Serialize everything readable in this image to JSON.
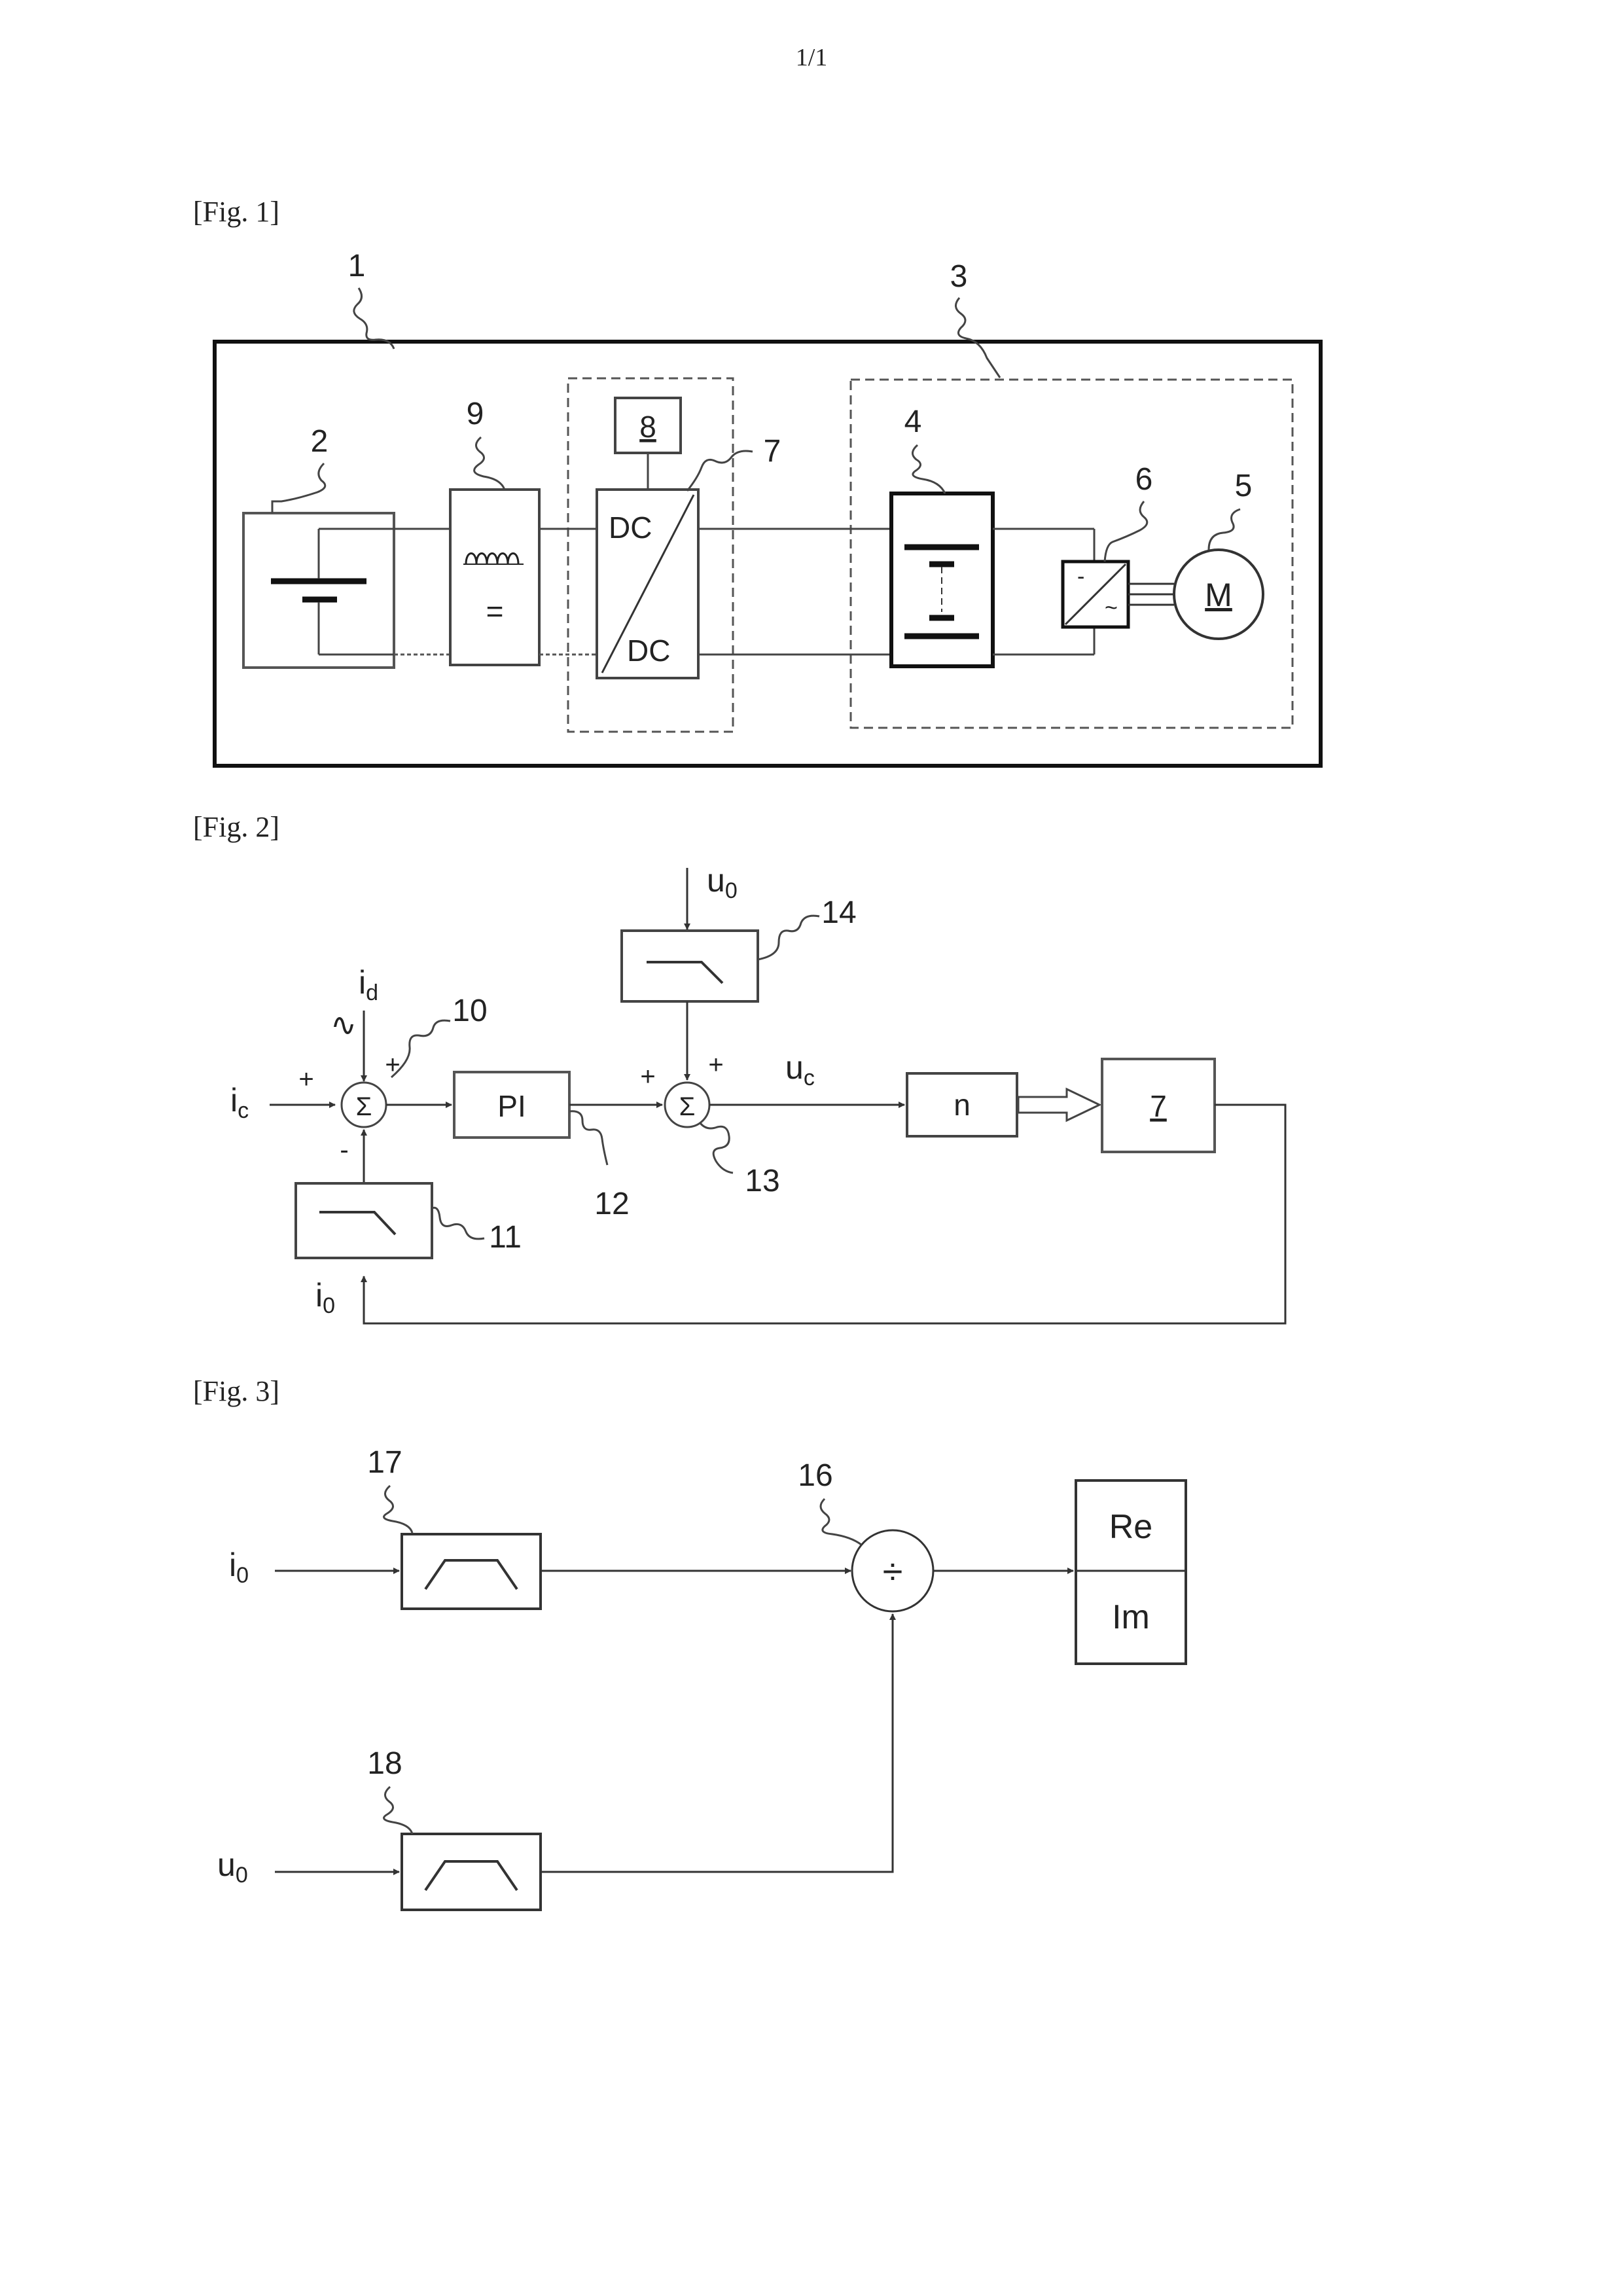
{
  "page_number": "1/1",
  "figures": {
    "fig1": {
      "caption": "[Fig. 1]",
      "refs": {
        "r1": "1",
        "r2": "2",
        "r3": "3",
        "r4": "4",
        "r5": "5",
        "r6": "6",
        "r7": "7",
        "r8": "8",
        "r9": "9"
      },
      "converter_top": "DC",
      "converter_bottom": "DC",
      "filter_symbol": "=",
      "inverter_dc": "-",
      "inverter_ac": "~",
      "motor": "M"
    },
    "fig2": {
      "caption": "[Fig. 2]",
      "refs": {
        "r10": "10",
        "r11": "11",
        "r12": "12",
        "r13": "13",
        "r14": "14",
        "r7": "7"
      },
      "signals": {
        "i_c": "i",
        "i_c_sub": "c",
        "i_d": "i",
        "i_d_sub": "d",
        "i_0": "i",
        "i_0_sub": "0",
        "u_0": "u",
        "u_0_sub": "0",
        "u_c": "u",
        "u_c_sub": "c"
      },
      "signs": {
        "plus": "+",
        "minus": "-"
      },
      "sum": "Σ",
      "controller": "PI",
      "modulator": "n",
      "ripple": "∿"
    },
    "fig3": {
      "caption": "[Fig. 3]",
      "refs": {
        "r16": "16",
        "r17": "17",
        "r18": "18"
      },
      "signals": {
        "i_0": "i",
        "i_0_sub": "0",
        "u_0": "u",
        "u_0_sub": "0"
      },
      "divide": "÷",
      "out_re": "Re",
      "out_im": "Im"
    }
  }
}
